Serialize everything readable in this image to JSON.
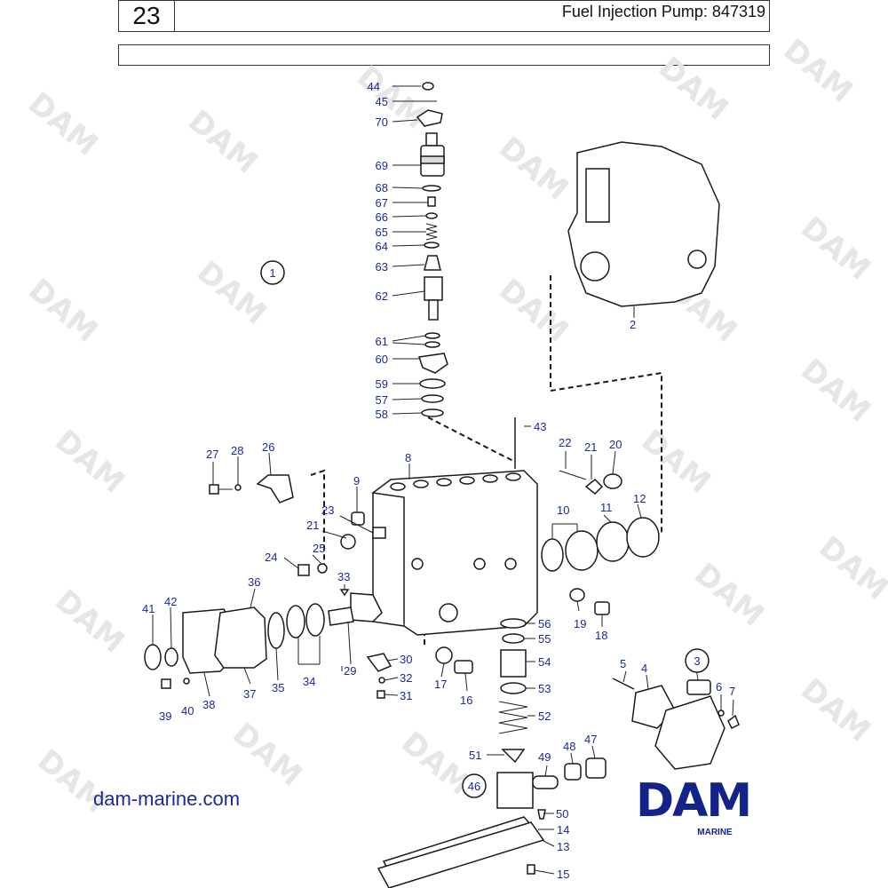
{
  "header": {
    "page_number": "23",
    "title": "Fuel Injection Pump: 847319"
  },
  "subheader": {
    "text": ""
  },
  "circled_labels": [
    "1",
    "3",
    "46"
  ],
  "callouts": [
    "44",
    "45",
    "70",
    "69",
    "68",
    "67",
    "66",
    "65",
    "64",
    "63",
    "62",
    "61",
    "60",
    "59",
    "57",
    "58",
    "43",
    "8",
    "22",
    "21",
    "20",
    "27",
    "28",
    "26",
    "9",
    "23",
    "21",
    "10",
    "11",
    "12",
    "25",
    "24",
    "33",
    "41",
    "42",
    "36",
    "29",
    "30",
    "32",
    "31",
    "17",
    "16",
    "56",
    "55",
    "54",
    "53",
    "52",
    "19",
    "18",
    "40",
    "38",
    "37",
    "35",
    "34",
    "39",
    "5",
    "4",
    "6",
    "7",
    "51",
    "49",
    "48",
    "47",
    "50",
    "14",
    "13",
    "15",
    "2"
  ],
  "watermark": "DAM",
  "footer": {
    "website": "dam-marine.com",
    "logo_text": "DAM",
    "logo_subtext": "MARINE"
  },
  "colors": {
    "callout": "#1a2a9a",
    "logo": "#14238a",
    "watermark": "#e6e6e6"
  }
}
